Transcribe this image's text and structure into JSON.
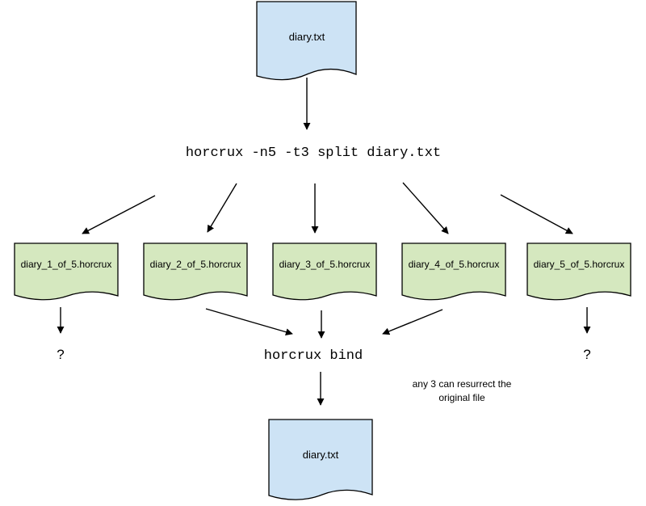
{
  "colors": {
    "source_file_fill": "#cde3f5",
    "shard_file_fill": "#d5e8bf",
    "stroke": "#000000"
  },
  "source_file": {
    "label": "diary.txt"
  },
  "split_command": "horcrux -n5 -t3 split diary.txt",
  "shards": [
    {
      "label": "diary_1_of_5.horcrux"
    },
    {
      "label": "diary_2_of_5.horcrux"
    },
    {
      "label": "diary_3_of_5.horcrux"
    },
    {
      "label": "diary_4_of_5.horcrux"
    },
    {
      "label": "diary_5_of_5.horcrux"
    }
  ],
  "unknown_marks": [
    "?",
    "?"
  ],
  "bind_command": "horcrux bind",
  "note_lines": [
    "any 3 can resurrect the",
    "original file"
  ],
  "result_file": {
    "label": "diary.txt"
  }
}
